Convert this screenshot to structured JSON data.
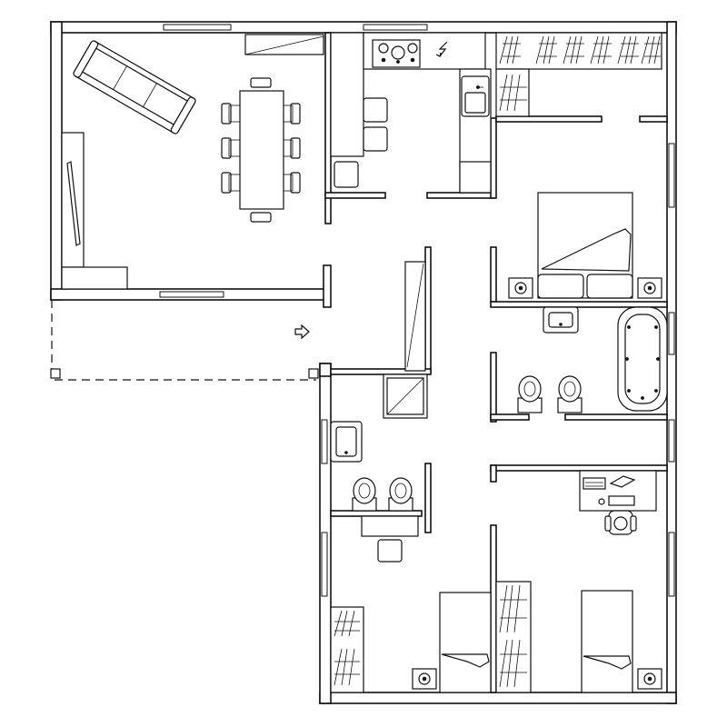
{
  "plan": {
    "walls_color": "#111111",
    "background": "#ffffff",
    "rooms": [
      "living-dining",
      "kitchen",
      "corridor",
      "master-bedroom",
      "main-bathroom",
      "secondary-bathroom",
      "study",
      "bedroom-2",
      "bedroom-3",
      "terrace"
    ],
    "symbols": {
      "entrance": "entrance-arrow-icon",
      "electric_panel": "lightning-icon"
    }
  }
}
